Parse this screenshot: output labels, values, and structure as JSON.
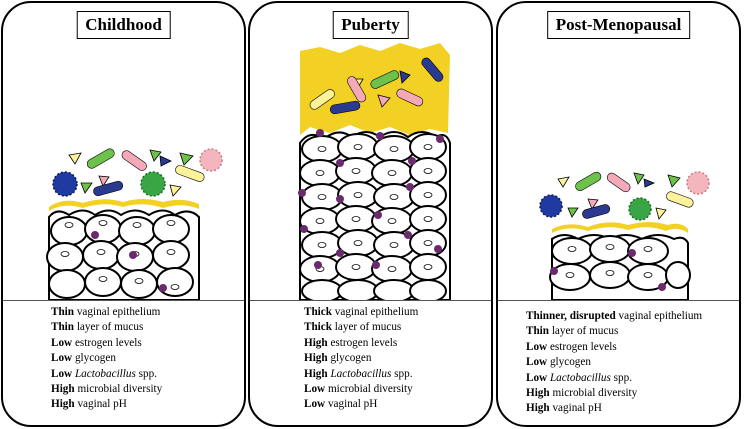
{
  "panels": [
    {
      "title": "Childhood",
      "properties": [
        {
          "bold": "Thin",
          "text": "vaginal epithelium",
          "italic": "",
          "after": ""
        },
        {
          "bold": "Thin",
          "text": "layer of mucus",
          "italic": "",
          "after": ""
        },
        {
          "bold": "Low",
          "text": "estrogen levels",
          "italic": "",
          "after": ""
        },
        {
          "bold": "Low",
          "text": "glycogen",
          "italic": "",
          "after": ""
        },
        {
          "bold": "Low",
          "text": "",
          "italic": "Lactobacillus",
          "after": "spp."
        },
        {
          "bold": "High",
          "text": "microbial diversity",
          "italic": "",
          "after": ""
        },
        {
          "bold": "High",
          "text": "vaginal pH",
          "italic": "",
          "after": ""
        }
      ]
    },
    {
      "title": "Puberty",
      "properties": [
        {
          "bold": "Thick",
          "text": "vaginal epithelium",
          "italic": "",
          "after": ""
        },
        {
          "bold": "Thick",
          "text": "layer of mucus",
          "italic": "",
          "after": ""
        },
        {
          "bold": "High",
          "text": "estrogen levels",
          "italic": "",
          "after": ""
        },
        {
          "bold": "High",
          "text": "glycogen",
          "italic": "",
          "after": ""
        },
        {
          "bold": "High",
          "text": "",
          "italic": "Lactobacillus",
          "after": "spp."
        },
        {
          "bold": "Low",
          "text": "microbial diversity",
          "italic": "",
          "after": ""
        },
        {
          "bold": "Low",
          "text": "vaginal pH",
          "italic": "",
          "after": ""
        }
      ]
    },
    {
      "title": "Post-Menopausal",
      "properties": [
        {
          "bold": "Thinner, disrupted",
          "text": "vaginal epithelium",
          "italic": "",
          "after": ""
        },
        {
          "bold": "Thin",
          "text": "layer of mucus",
          "italic": "",
          "after": ""
        },
        {
          "bold": "Low",
          "text": "estrogen levels",
          "italic": "",
          "after": ""
        },
        {
          "bold": "Low",
          "text": "glycogen",
          "italic": "",
          "after": ""
        },
        {
          "bold": "Low",
          "text": "",
          "italic": "Lactobacillus",
          "after": "spp."
        },
        {
          "bold": "High",
          "text": "microbial diversity",
          "italic": "",
          "after": ""
        },
        {
          "bold": "High",
          "text": "vaginal pH",
          "italic": "",
          "after": ""
        }
      ]
    }
  ],
  "colors": {
    "mucus": "#f2d024",
    "cell_fill": "#ffffff",
    "cell_dot": "#6a2a6e",
    "green_rod": "#6cc24a",
    "pink_rod": "#f4a9b8",
    "navy_rod": "#2a3a8f",
    "yellow_rod": "#fbf29a",
    "blue_cocci": "#1f3aa0",
    "green_cocci": "#3aa545",
    "pink_cocci": "#f4b6bd"
  }
}
